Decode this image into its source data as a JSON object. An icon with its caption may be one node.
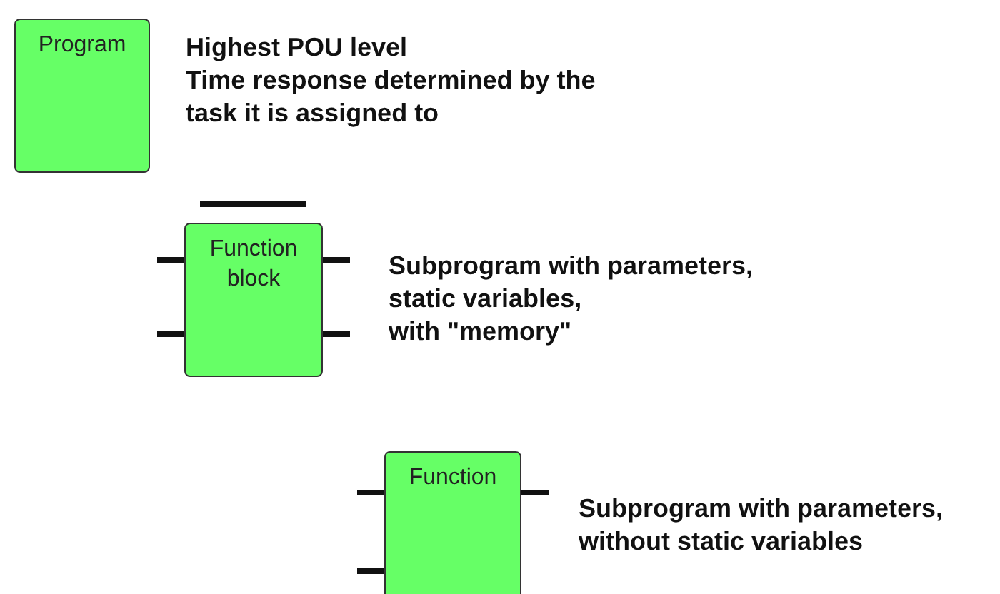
{
  "diagram": {
    "nodes": [
      {
        "text": [
          "Program"
        ],
        "beside": [
          "Highest POU level",
          "Time response determined by the task it is assigned to"
        ]
      },
      {
        "text": [
          "Function block"
        ],
        "beside": [
          "Subprogram with parameters, static variables, with \"memory\""
        ]
      },
      {
        "text": [
          "Function"
        ],
        "beside": [
          "Subprogram with parameters, without static variables"
        ]
      }
    ]
  }
}
